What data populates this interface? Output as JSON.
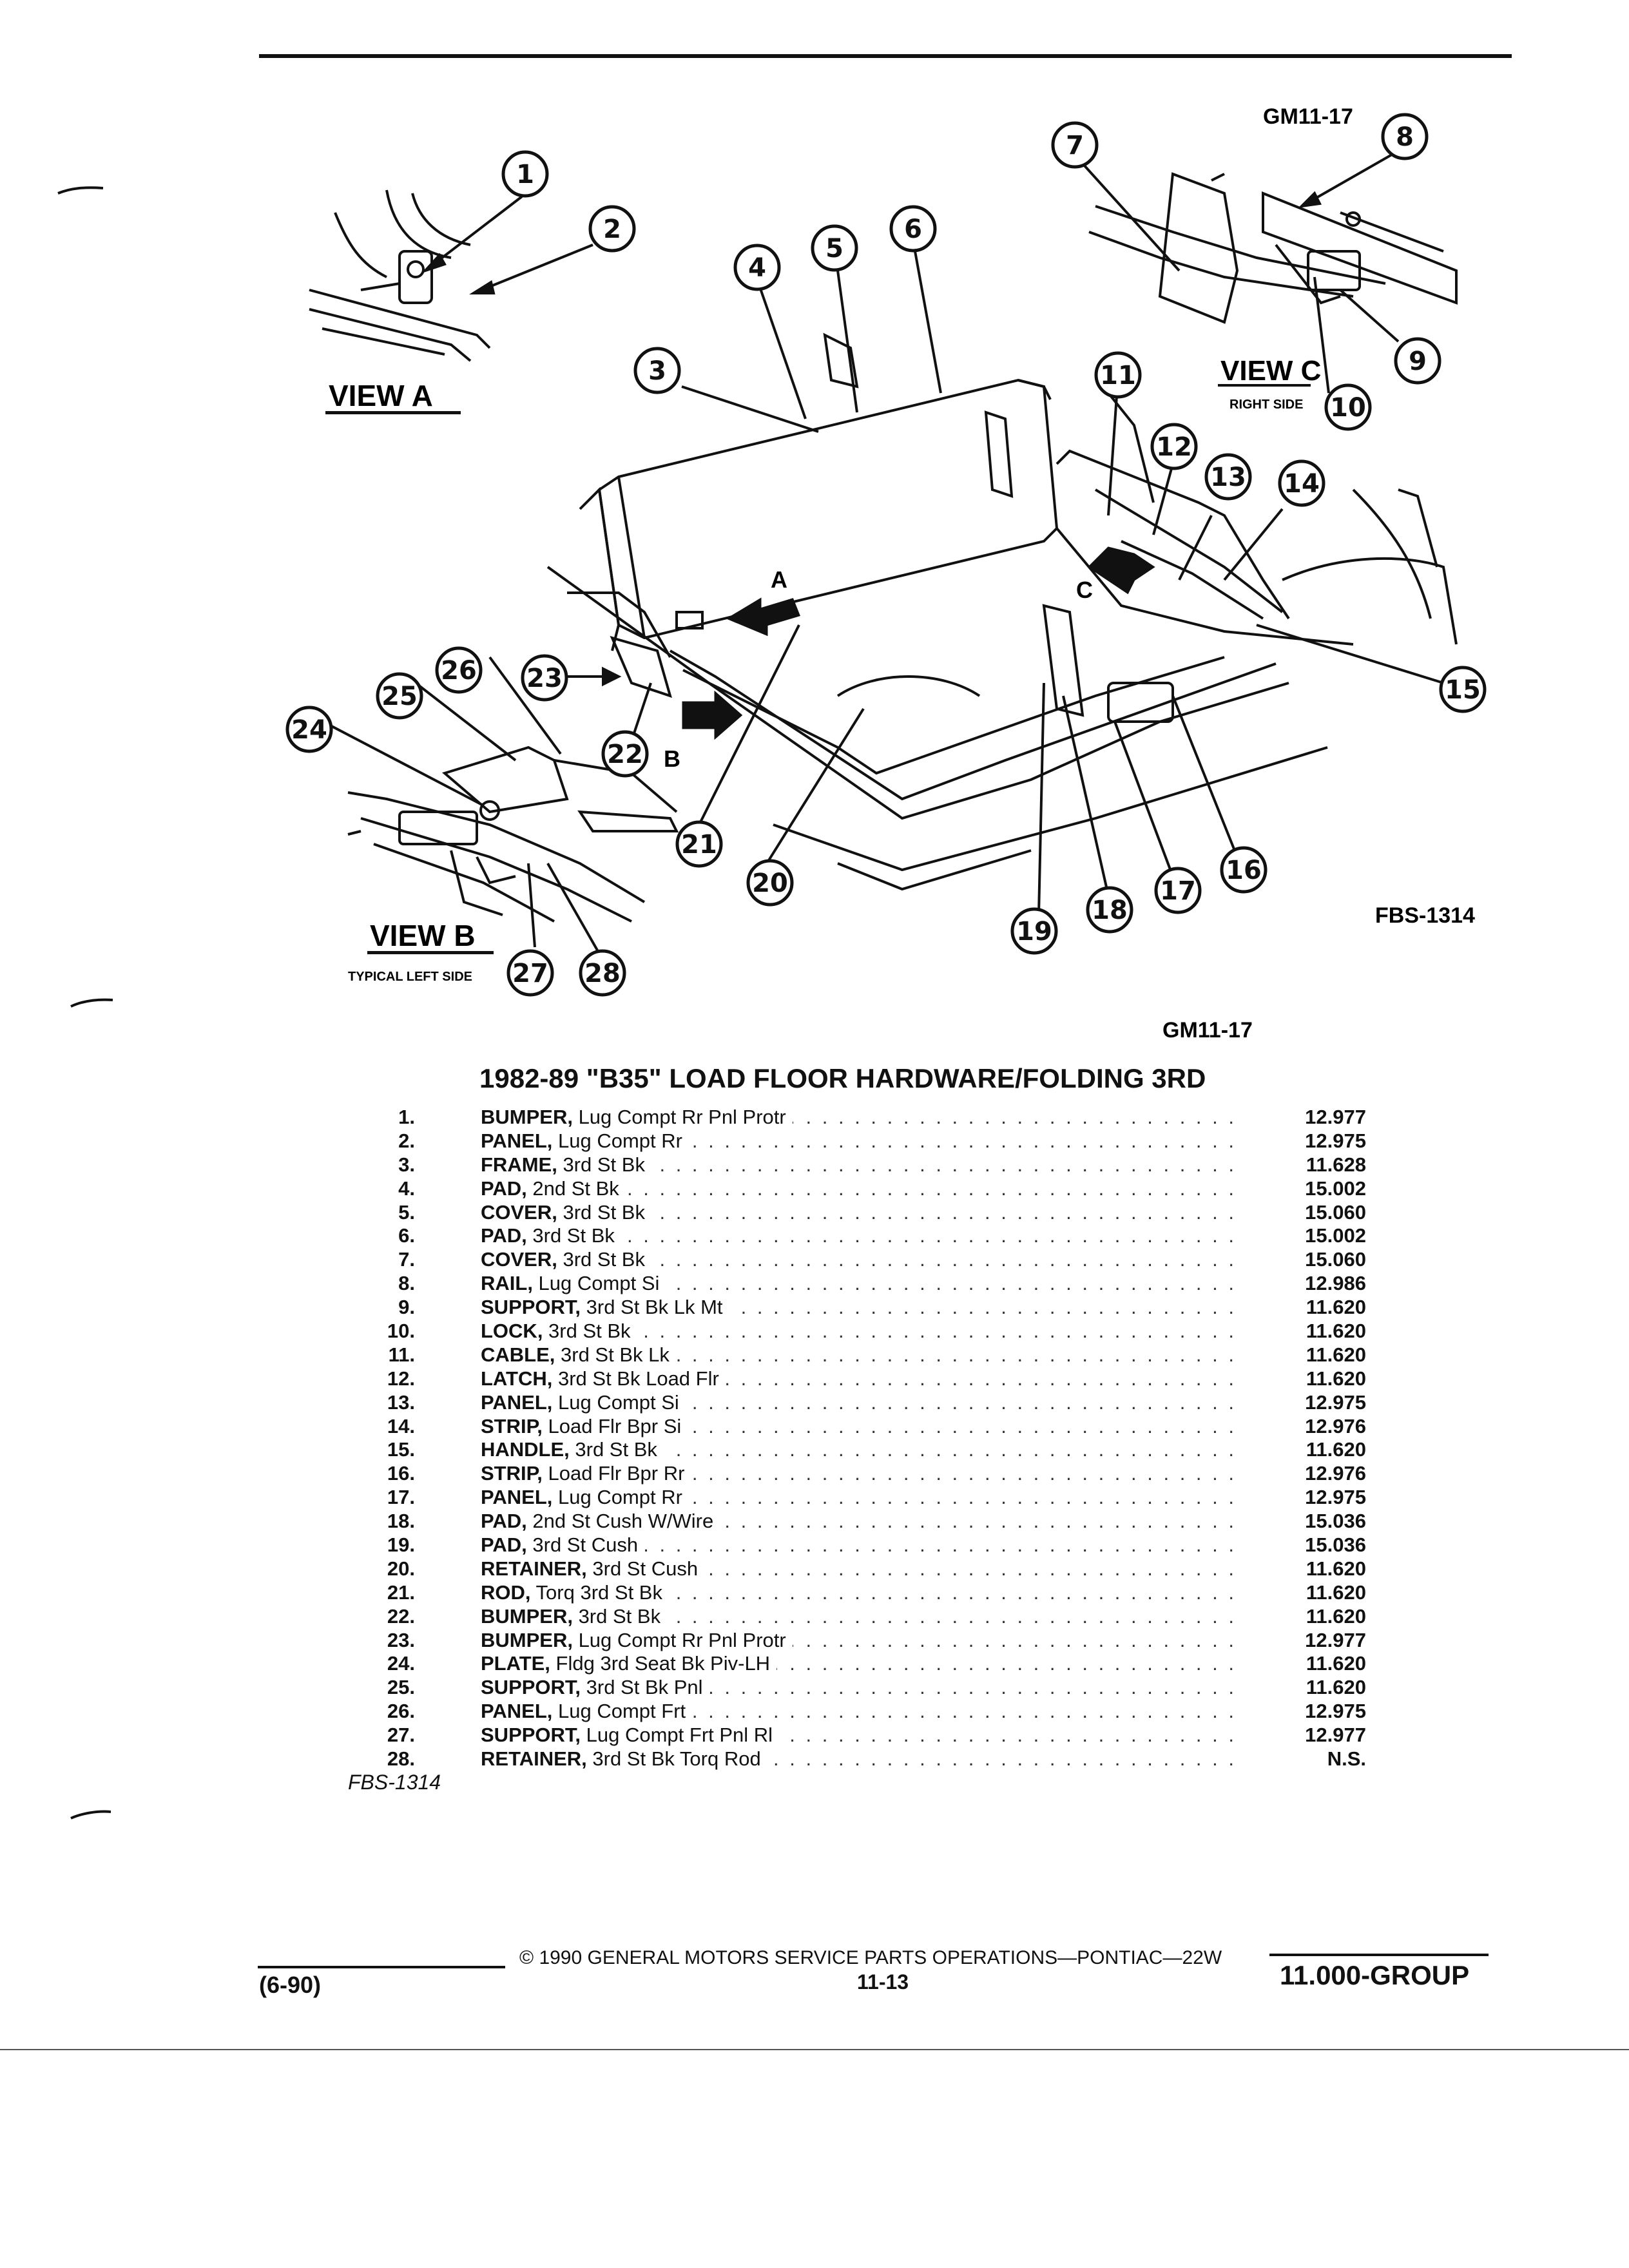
{
  "header": {
    "diagram_code": "GM11-17",
    "diagram_code_lower": "GM11-17",
    "figure_ref": "FBS-1314"
  },
  "views": {
    "view_a": "VIEW A",
    "view_b": "VIEW B",
    "view_b_sub": "TYPICAL LEFT SIDE",
    "view_c": "VIEW C",
    "view_c_sub": "RIGHT SIDE"
  },
  "arrows": {
    "a": "A",
    "b": "B",
    "c": "C"
  },
  "callouts": [
    "1",
    "2",
    "3",
    "4",
    "5",
    "6",
    "7",
    "8",
    "9",
    "10",
    "11",
    "12",
    "13",
    "14",
    "15",
    "16",
    "17",
    "18",
    "19",
    "20",
    "21",
    "22",
    "23",
    "24",
    "25",
    "26",
    "27",
    "28"
  ],
  "parts_title": "1982-89 \"B35\" LOAD FLOOR HARDWARE/FOLDING 3RD",
  "parts": [
    {
      "num": "1.",
      "name": "BUMPER,",
      "desc": " Lug Compt Rr Pnl Protr",
      "ref": "12.977"
    },
    {
      "num": "2.",
      "name": "PANEL,",
      "desc": " Lug Compt Rr",
      "ref": "12.975"
    },
    {
      "num": "3.",
      "name": "FRAME,",
      "desc": " 3rd St Bk",
      "ref": "11.628"
    },
    {
      "num": "4.",
      "name": "PAD,",
      "desc": " 2nd St Bk",
      "ref": "15.002"
    },
    {
      "num": "5.",
      "name": "COVER,",
      "desc": " 3rd St Bk",
      "ref": "15.060"
    },
    {
      "num": "6.",
      "name": "PAD,",
      "desc": " 3rd St Bk",
      "ref": "15.002"
    },
    {
      "num": "7.",
      "name": "COVER,",
      "desc": " 3rd St Bk",
      "ref": "15.060"
    },
    {
      "num": "8.",
      "name": "RAIL,",
      "desc": " Lug Compt Si",
      "ref": "12.986"
    },
    {
      "num": "9.",
      "name": "SUPPORT,",
      "desc": " 3rd St Bk Lk Mt",
      "ref": "11.620"
    },
    {
      "num": "10.",
      "name": "LOCK,",
      "desc": " 3rd St Bk",
      "ref": "11.620"
    },
    {
      "num": "11.",
      "name": "CABLE,",
      "desc": " 3rd St Bk Lk",
      "ref": "11.620"
    },
    {
      "num": "12.",
      "name": "LATCH,",
      "desc": " 3rd St Bk Load Flr",
      "ref": "11.620"
    },
    {
      "num": "13.",
      "name": "PANEL,",
      "desc": " Lug Compt Si",
      "ref": "12.975"
    },
    {
      "num": "14.",
      "name": "STRIP,",
      "desc": " Load Flr Bpr Si",
      "ref": "12.976"
    },
    {
      "num": "15.",
      "name": "HANDLE,",
      "desc": " 3rd St Bk",
      "ref": "11.620"
    },
    {
      "num": "16.",
      "name": "STRIP,",
      "desc": " Load Flr Bpr Rr",
      "ref": "12.976"
    },
    {
      "num": "17.",
      "name": "PANEL,",
      "desc": " Lug Compt Rr",
      "ref": "12.975"
    },
    {
      "num": "18.",
      "name": "PAD,",
      "desc": " 2nd St Cush W/Wire",
      "ref": "15.036"
    },
    {
      "num": "19.",
      "name": "PAD,",
      "desc": " 3rd St Cush",
      "ref": "15.036"
    },
    {
      "num": "20.",
      "name": "RETAINER,",
      "desc": " 3rd St Cush",
      "ref": "11.620"
    },
    {
      "num": "21.",
      "name": "ROD,",
      "desc": " Torq 3rd St Bk",
      "ref": "11.620"
    },
    {
      "num": "22.",
      "name": "BUMPER,",
      "desc": " 3rd St Bk",
      "ref": "11.620"
    },
    {
      "num": "23.",
      "name": "BUMPER,",
      "desc": " Lug Compt Rr Pnl Protr",
      "ref": "12.977"
    },
    {
      "num": "24.",
      "name": "PLATE,",
      "desc": " Fldg 3rd Seat Bk Piv-LH",
      "ref": "11.620"
    },
    {
      "num": "25.",
      "name": "SUPPORT,",
      "desc": " 3rd St Bk Pnl",
      "ref": "11.620"
    },
    {
      "num": "26.",
      "name": "PANEL,",
      "desc": " Lug Compt Frt",
      "ref": "12.975"
    },
    {
      "num": "27.",
      "name": "SUPPORT,",
      "desc": " Lug Compt Frt Pnl Rl",
      "ref": "12.977"
    },
    {
      "num": "28.",
      "name": "RETAINER,",
      "desc": " 3rd St Bk Torq Rod",
      "ref": "N.S."
    }
  ],
  "parts_footer_ref": "FBS-1314",
  "footer": {
    "date_code": "(6-90)",
    "copyright": "© 1990 GENERAL MOTORS SERVICE PARTS OPERATIONS—PONTIAC—22W",
    "page_number": "11-13",
    "group": "11.000-GROUP"
  }
}
